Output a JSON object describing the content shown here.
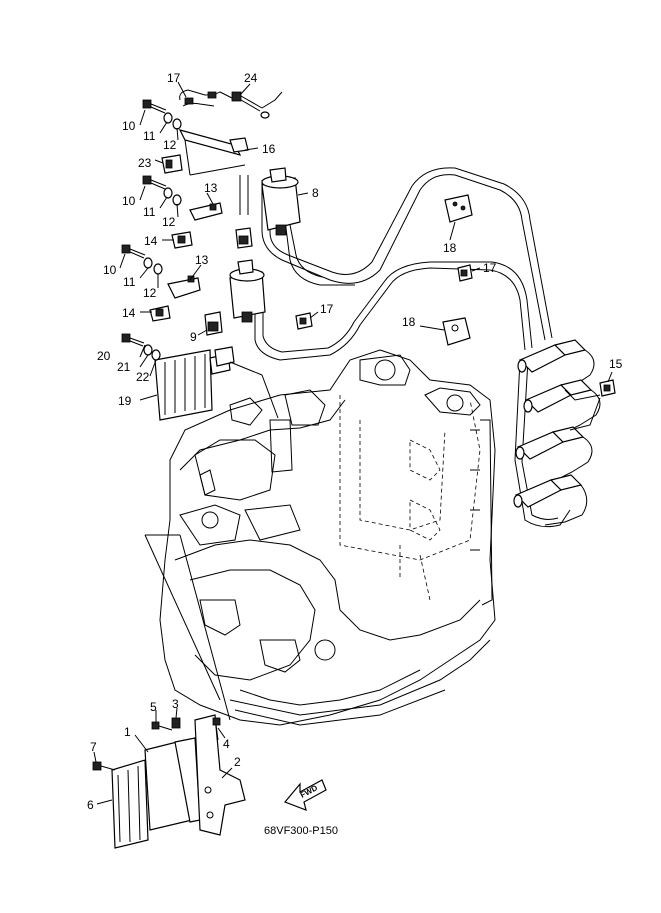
{
  "diagram": {
    "caption": "68VF300-P150",
    "direction_label": "FWD",
    "callouts": [
      {
        "id": "c1",
        "text": "1"
      },
      {
        "id": "c2",
        "text": "2"
      },
      {
        "id": "c3",
        "text": "3"
      },
      {
        "id": "c4",
        "text": "4"
      },
      {
        "id": "c5",
        "text": "5"
      },
      {
        "id": "c6",
        "text": "6"
      },
      {
        "id": "c7",
        "text": "7"
      },
      {
        "id": "c8",
        "text": "8"
      },
      {
        "id": "c9",
        "text": "9"
      },
      {
        "id": "c10a",
        "text": "10"
      },
      {
        "id": "c10b",
        "text": "10"
      },
      {
        "id": "c10c",
        "text": "10"
      },
      {
        "id": "c11a",
        "text": "11"
      },
      {
        "id": "c11b",
        "text": "11"
      },
      {
        "id": "c11c",
        "text": "11"
      },
      {
        "id": "c12a",
        "text": "12"
      },
      {
        "id": "c12b",
        "text": "12"
      },
      {
        "id": "c12c",
        "text": "12"
      },
      {
        "id": "c13a",
        "text": "13"
      },
      {
        "id": "c13b",
        "text": "13"
      },
      {
        "id": "c14a",
        "text": "14"
      },
      {
        "id": "c14b",
        "text": "14"
      },
      {
        "id": "c15",
        "text": "15"
      },
      {
        "id": "c16",
        "text": "16"
      },
      {
        "id": "c17a",
        "text": "17"
      },
      {
        "id": "c17b",
        "text": "17"
      },
      {
        "id": "c17c",
        "text": "17"
      },
      {
        "id": "c18a",
        "text": "18"
      },
      {
        "id": "c18b",
        "text": "18"
      },
      {
        "id": "c19",
        "text": "19"
      },
      {
        "id": "c20",
        "text": "20"
      },
      {
        "id": "c21",
        "text": "21"
      },
      {
        "id": "c22",
        "text": "22"
      },
      {
        "id": "c23",
        "text": "23"
      },
      {
        "id": "c24",
        "text": "24"
      }
    ]
  }
}
